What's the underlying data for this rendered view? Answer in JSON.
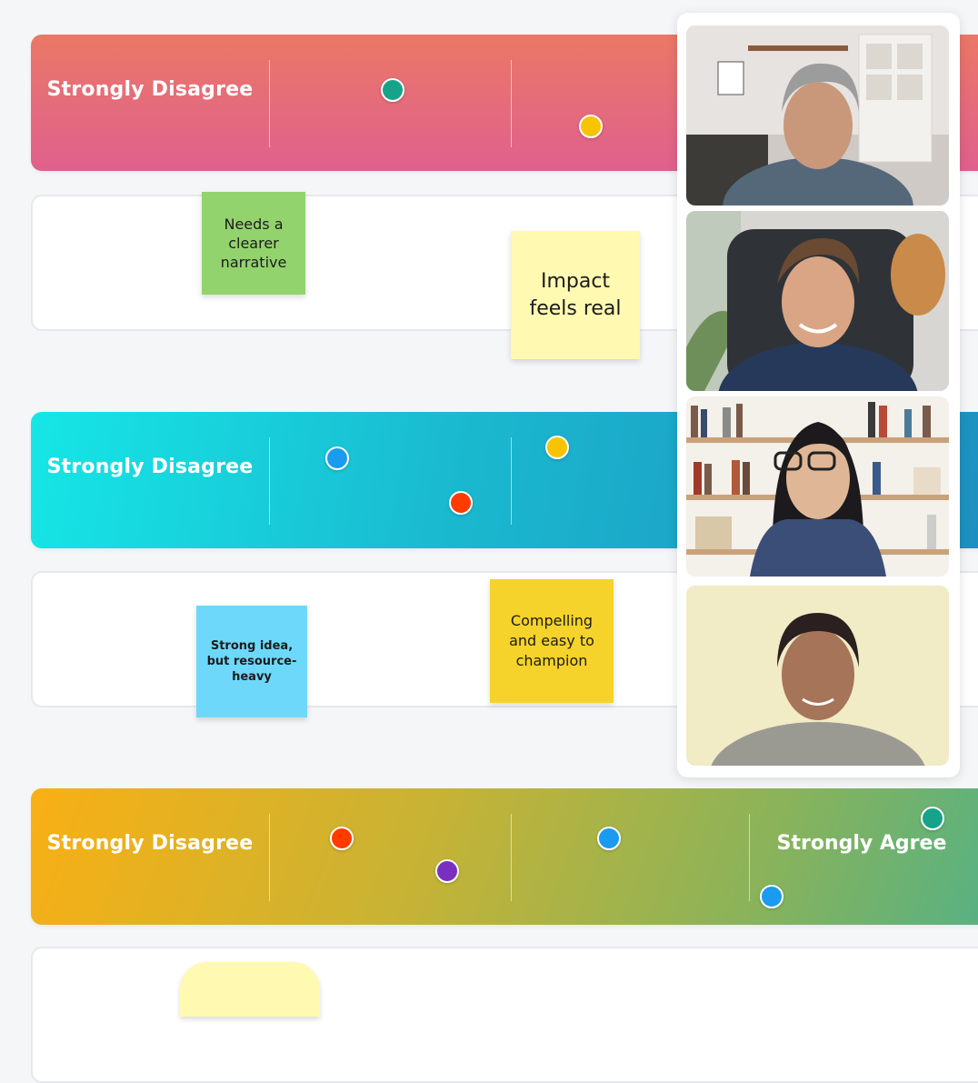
{
  "scales": [
    {
      "left_label": "Strongly Disagree",
      "right_label": "",
      "dot_colors": [
        "#16a38a",
        "#f8c300"
      ]
    },
    {
      "left_label": "Strongly Disagree",
      "right_label": "",
      "dot_colors": [
        "#1a9bf0",
        "#f8c300",
        "#ff3b00"
      ]
    },
    {
      "left_label": "Strongly Disagree",
      "right_label": "Strongly Agree",
      "dot_colors": [
        "#ff3b00",
        "#7b2fbe",
        "#1a9bf0",
        "#16a38a",
        "#1a9bf0"
      ]
    }
  ],
  "notes": [
    {
      "text": "Needs a clearer narrative",
      "color": "#93d36e"
    },
    {
      "text": "Impact feels real",
      "color": "#fff9b1"
    },
    {
      "text": "Strong idea, but resource-heavy",
      "color": "#6ed8fa"
    },
    {
      "text": "Compelling and easy to champion",
      "color": "#f5d32a"
    },
    {
      "text": "",
      "color": "#fff9b1"
    }
  ],
  "participants": [
    {
      "avatar": "participant-1-video"
    },
    {
      "avatar": "participant-2-video"
    },
    {
      "avatar": "participant-3-video"
    },
    {
      "avatar": "participant-4-video"
    }
  ]
}
